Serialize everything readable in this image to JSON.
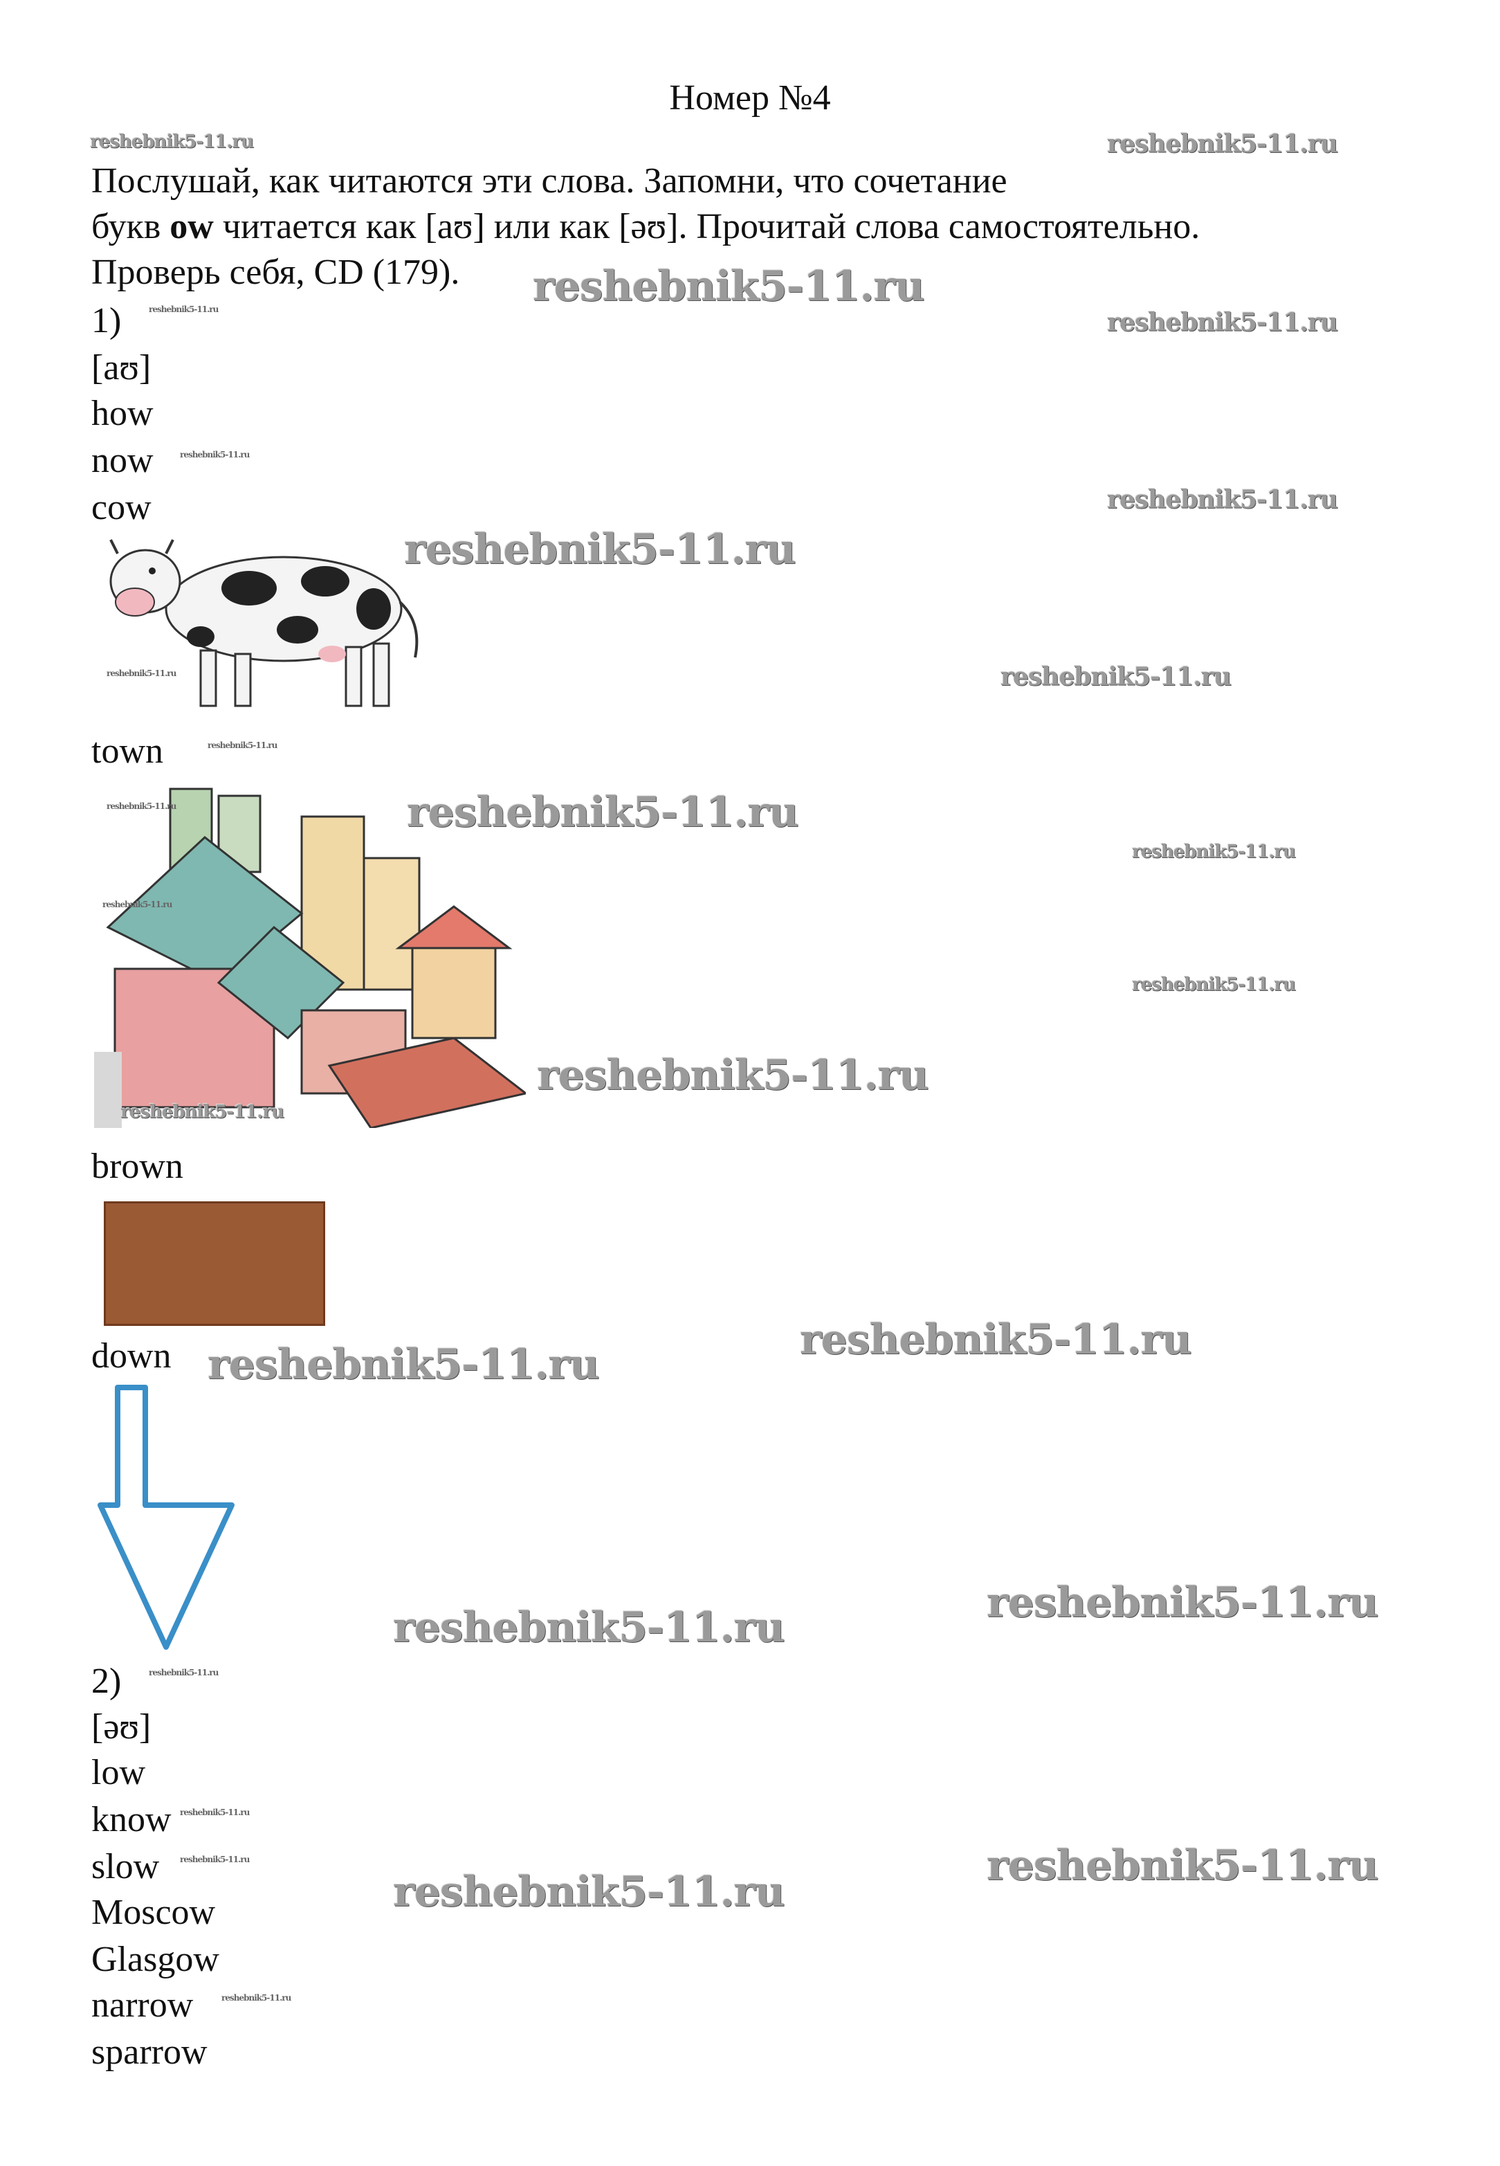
{
  "title": "Номер №4",
  "instructions": {
    "line1": "Послушай, как читаются эти слова. Запомни, что сочетание",
    "line2_pre": "букв ",
    "line2_bold": "ow",
    "line2_post": " читается как [aʊ] или как [əʊ]. Прочитай слова самостоятельно.",
    "line3": "Проверь себя, CD (179)."
  },
  "section1": {
    "number": "1)",
    "sound": "[aʊ]",
    "words": [
      "how",
      "now",
      "cow",
      "town",
      "brown",
      "down"
    ]
  },
  "section2": {
    "number": "2)",
    "sound": "[əʊ]",
    "words": [
      "low",
      "know",
      "slow",
      "Moscow",
      "Glasgow",
      "narrow",
      "sparrow"
    ]
  },
  "watermark": "reshebnik5-11.ru",
  "colors": {
    "brown_swatch": "#9a5a34",
    "arrow": "#3a8fc8"
  }
}
